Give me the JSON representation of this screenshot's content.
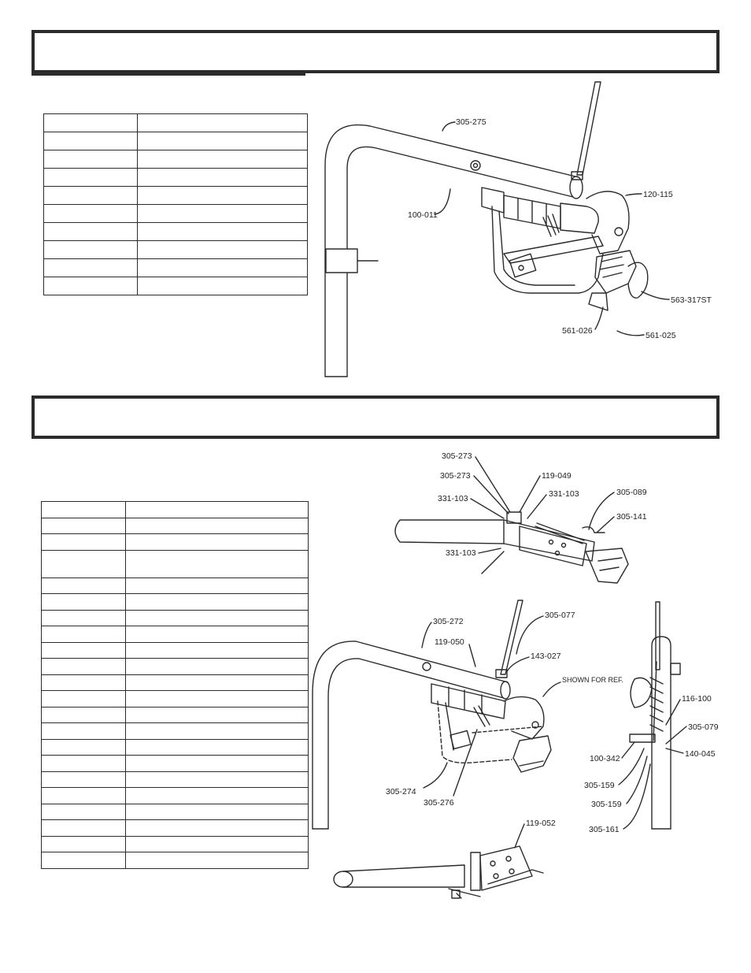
{
  "diagram1": {
    "labels": [
      "305-275",
      "100-011",
      "120-115",
      "563-317ST",
      "561-026",
      "561-025"
    ]
  },
  "diagram2": {
    "labels": [
      "305-273",
      "305-273",
      "119-049",
      "331-103",
      "331-103",
      "305-089",
      "305-141",
      "331-103",
      "305-272",
      "305-077",
      "119-050",
      "143-027",
      "SHOWN FOR REF.",
      "305-274",
      "305-276",
      "116-100",
      "305-079",
      "100-342",
      "140-045",
      "305-159",
      "305-159",
      "305-161",
      "119-052"
    ]
  },
  "colors": {
    "ink": "#2b2b2b",
    "paper": "#ffffff"
  }
}
